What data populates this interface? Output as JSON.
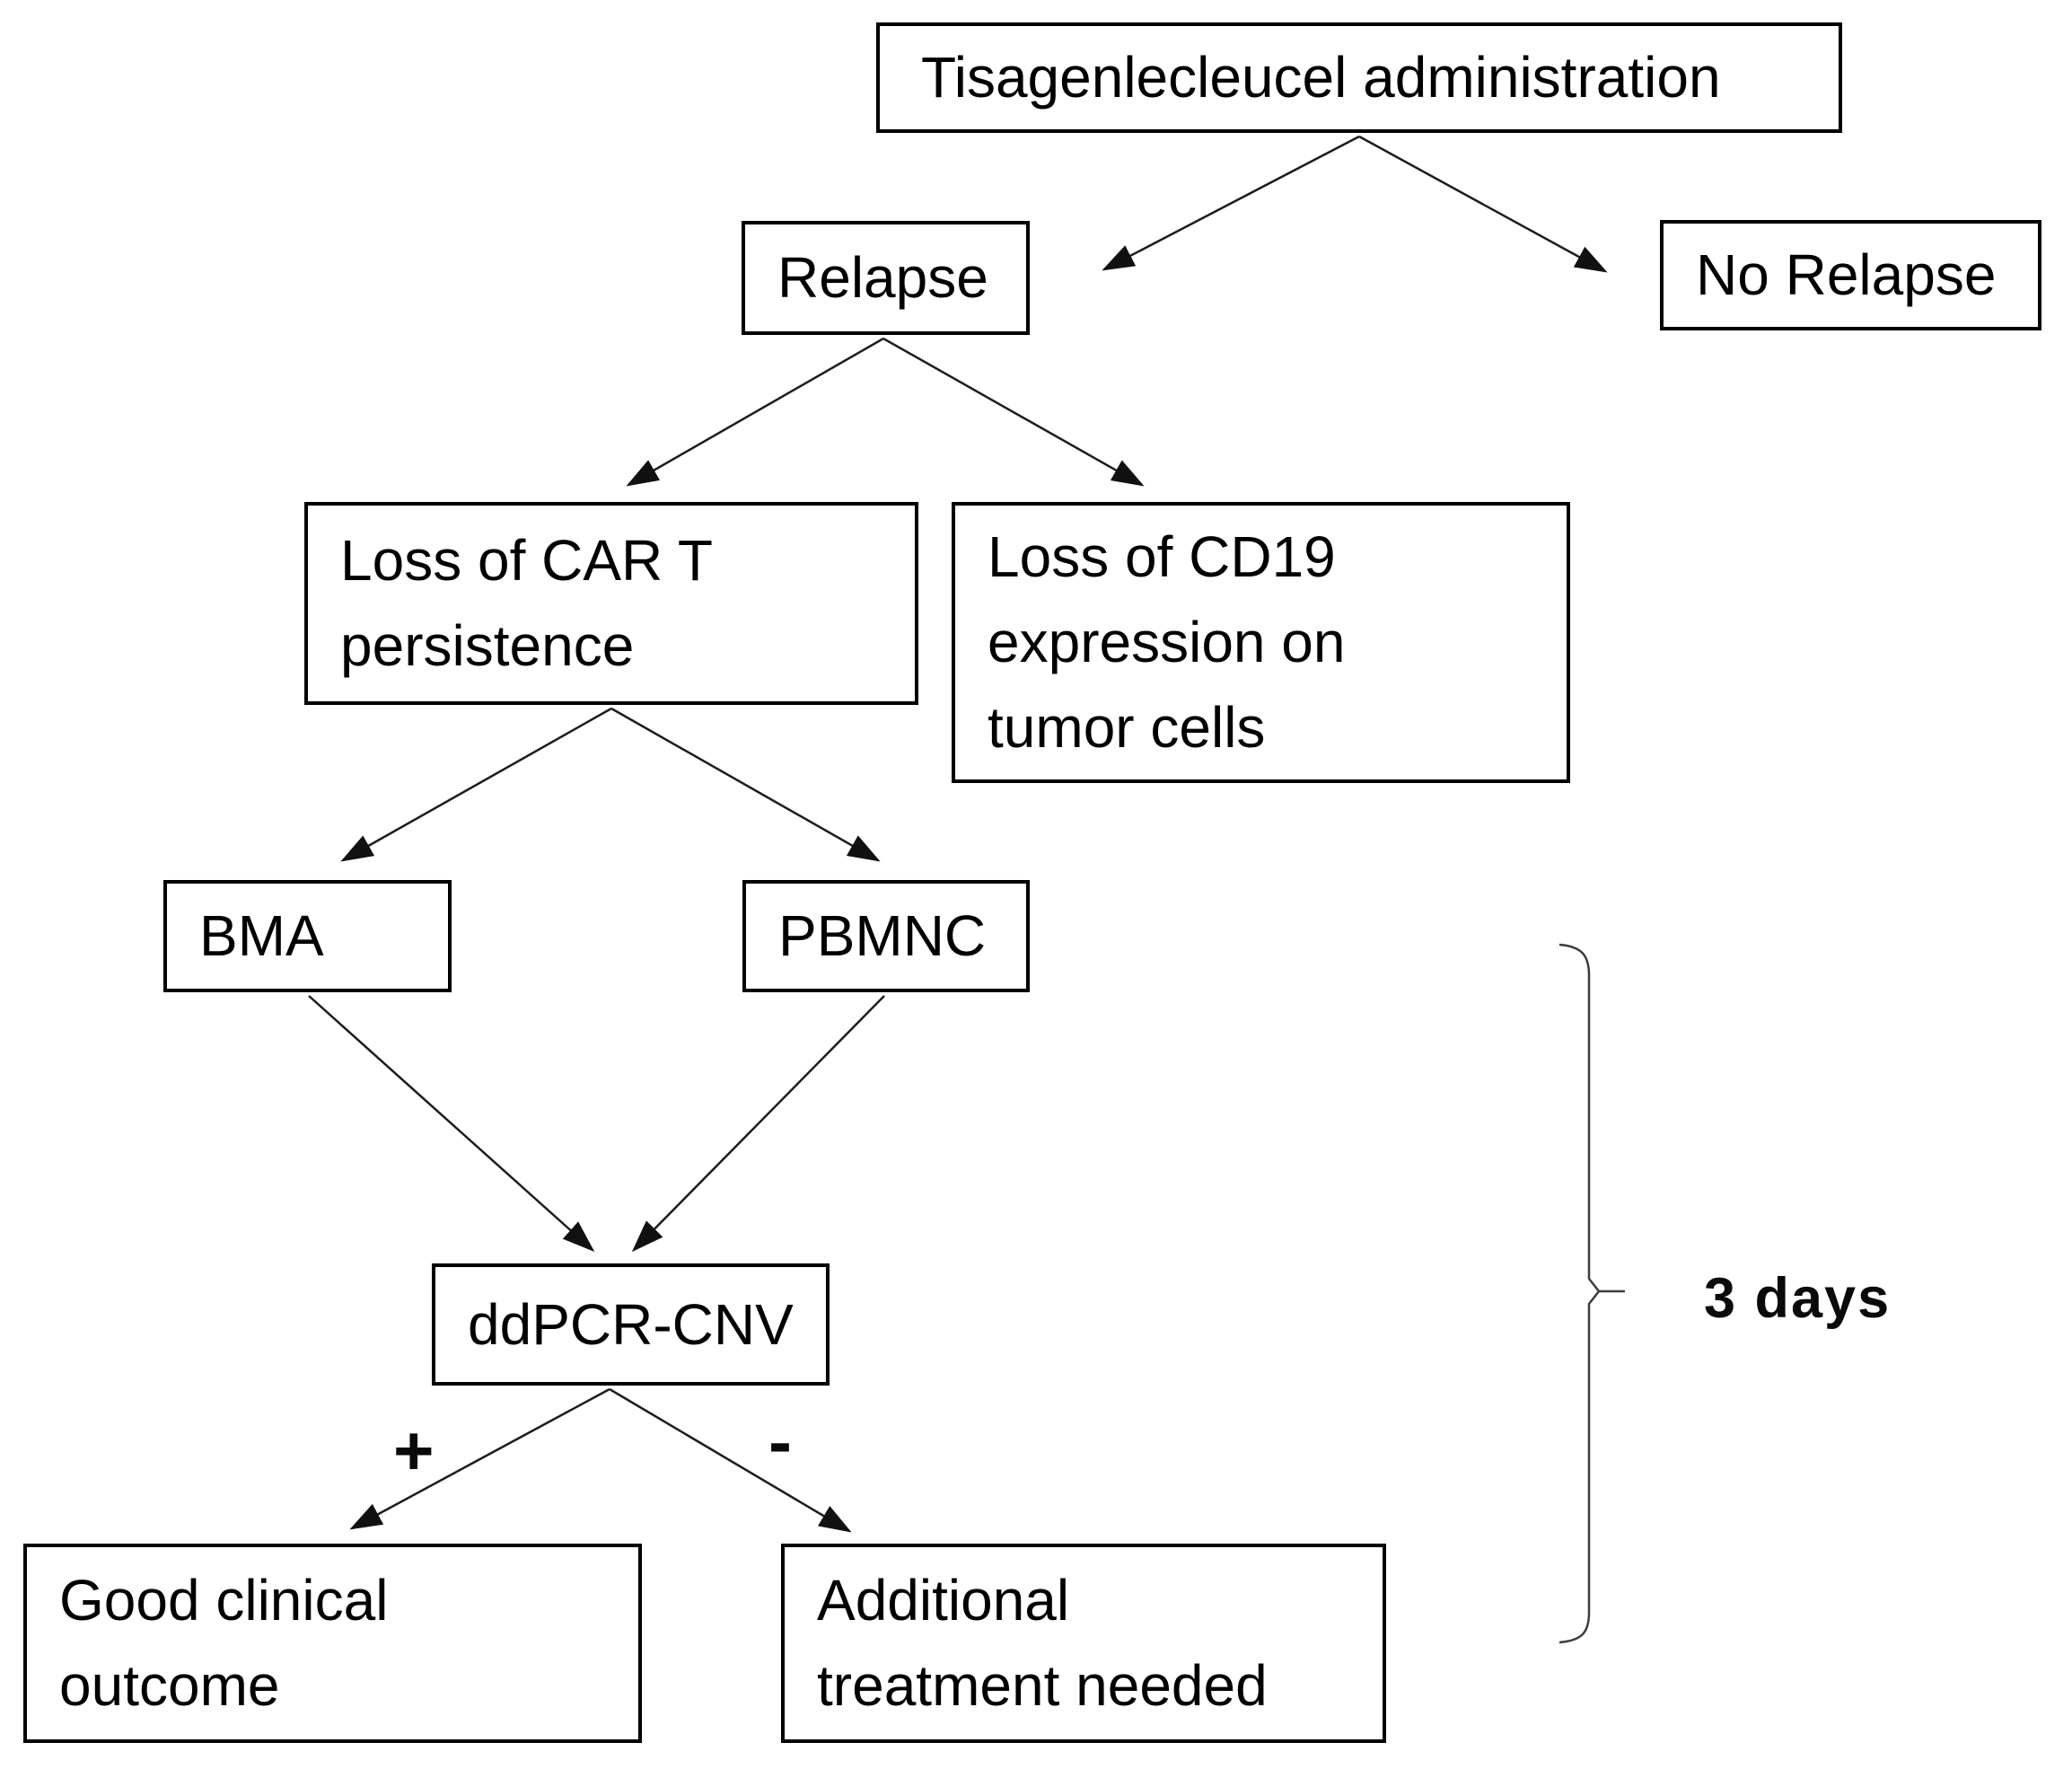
{
  "diagram": {
    "nodes": {
      "admin": {
        "label": "Tisagenlecleucel administration"
      },
      "relapse": {
        "label": "Relapse"
      },
      "noRelapse": {
        "label": "No Relapse"
      },
      "carTLoss": {
        "label": "Loss of CAR T\npersistence"
      },
      "cd19Loss": {
        "label": "Loss of CD19\nexpression on\ntumor cells"
      },
      "bma": {
        "label": "BMA"
      },
      "pbmnc": {
        "label": "PBMNC"
      },
      "ddpcr": {
        "label": "ddPCR-CNV"
      },
      "goodOutcome": {
        "label": "Good clinical\noutcome"
      },
      "additionalTreatment": {
        "label": "Additional\ntreatment needed"
      }
    },
    "edgeLabels": {
      "positive": "+",
      "negative": "-"
    },
    "annotations": {
      "duration": "3 days"
    },
    "colors": {
      "background": "#ffffff",
      "boxBorder": "#000000",
      "text": "#000000",
      "arrow": "#1c1c1c",
      "bracket": "#3d3d3d"
    }
  }
}
